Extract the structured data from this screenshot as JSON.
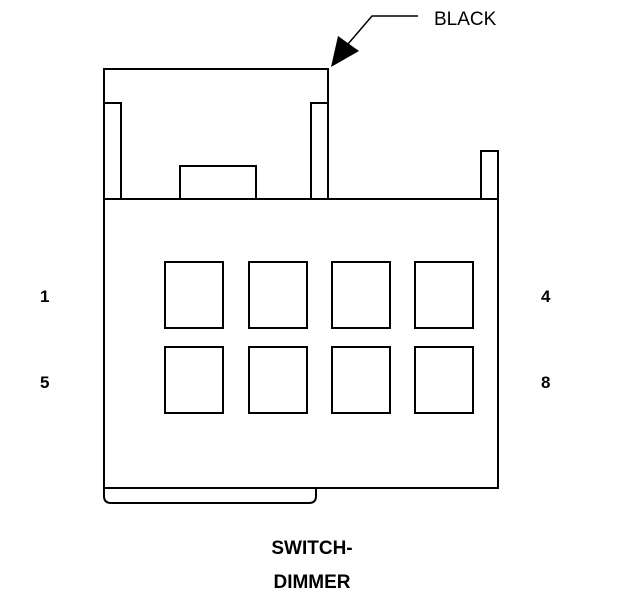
{
  "connector": {
    "color_label": "BLACK",
    "title_line1": "SWITCH-",
    "title_line2": "DIMMER"
  },
  "pins": {
    "top_left": "1",
    "top_right": "4",
    "bottom_left": "5",
    "bottom_right": "8"
  },
  "cavity_count": 8,
  "line_color": "#000000"
}
